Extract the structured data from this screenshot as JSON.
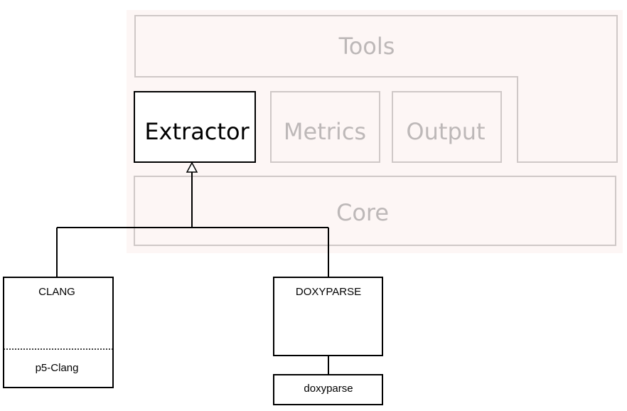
{
  "modules": {
    "tools": "Tools",
    "extractor": "Extractor",
    "metrics": "Metrics",
    "output": "Output",
    "core": "Core"
  },
  "classes": {
    "clang": {
      "name": "CLANG",
      "member": "p5-Clang"
    },
    "doxyparse": {
      "name": "DOXYPARSE",
      "dependency": "doxyparse"
    }
  },
  "colors": {
    "faded_bg": "#fdf6f5",
    "faded_stroke": "#cfc8c7",
    "faded_text": "#bdb8b8",
    "active": "#000000"
  }
}
